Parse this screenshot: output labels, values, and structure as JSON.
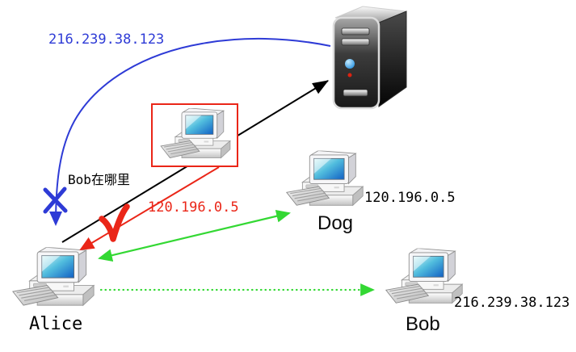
{
  "colors": {
    "blue": "#2e3bd6",
    "red": "#ea2618",
    "green": "#33d833",
    "black": "#000000",
    "background": "#ffffff"
  },
  "icons": {
    "dns_server": "server-tower-icon",
    "attacker": "desktop-pc-icon",
    "alice": "desktop-pc-icon",
    "dog": "desktop-pc-icon",
    "bob": "desktop-pc-icon"
  },
  "nodes": {
    "alice": {
      "name": "Alice"
    },
    "dog": {
      "name": "Dog",
      "ip": "120.196.0.5"
    },
    "bob": {
      "name": "Bob",
      "ip": "216.239.38.123"
    }
  },
  "annotations": {
    "dns_response_ip": "216.239.38.123",
    "query": "Bob在哪里",
    "spoofed_ip": "120.196.0.5"
  }
}
